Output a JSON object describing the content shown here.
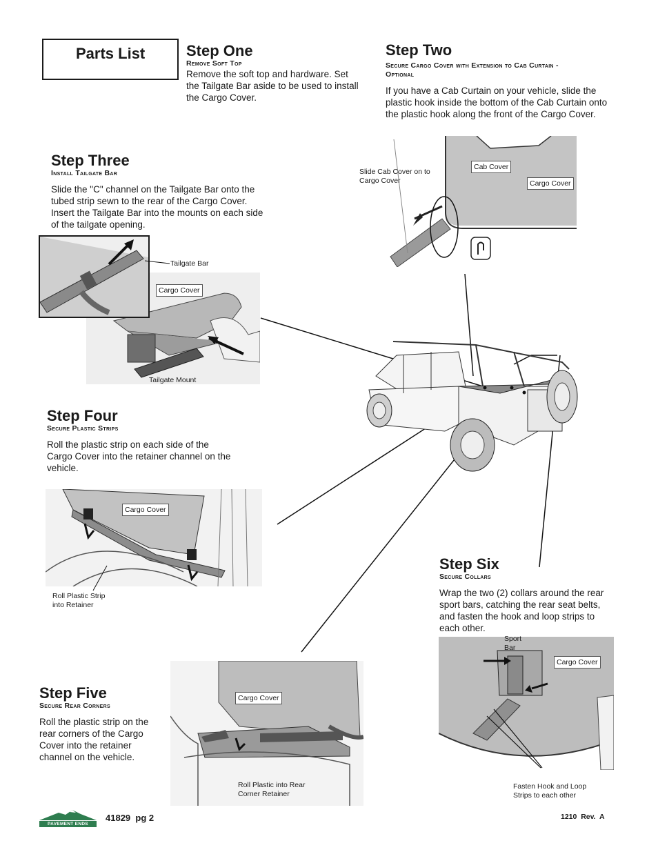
{
  "parts_list": {
    "title": "Parts List"
  },
  "step_one": {
    "title": "Step One",
    "subtitle": "Remove Soft Top",
    "text": "Remove the soft top and hardware. Set the Tailgate Bar aside to be used to install the Cargo Cover."
  },
  "step_two": {
    "title": "Step Two",
    "subtitle_line1": "Secure Cargo Cover with Extension to Cab Curtain -",
    "subtitle_line2": "Optional",
    "text": "If you have a Cab Curtain on your vehicle, slide the plastic hook inside the bottom of the Cab Curtain onto the plastic hook along the front of the Cargo Cover.",
    "labels": {
      "slide_line1": "Slide Cab Cover on to",
      "slide_line2": "Cargo Cover",
      "cab_cover": "Cab Cover",
      "cargo_cover": "Cargo Cover"
    }
  },
  "step_three": {
    "title": "Step Three",
    "subtitle": "Install Tailgate Bar",
    "text": "Slide the \"C\" channel on the Tailgate Bar onto the tubed strip sewn to the rear of the Cargo Cover. Insert the Tailgate Bar into the mounts on each side of the tailgate opening.",
    "labels": {
      "tailgate_bar": "Tailgate Bar",
      "cargo_cover": "Cargo Cover",
      "tailgate_mount": "Tailgate Mount"
    }
  },
  "step_four": {
    "title": "Step Four",
    "subtitle": "Secure Plastic Strips",
    "text": "Roll the plastic strip on each side of the Cargo Cover into the retainer channel on the vehicle.",
    "labels": {
      "cargo_cover": "Cargo Cover",
      "roll_line1": "Roll Plastic Strip",
      "roll_line2": "into Retainer"
    }
  },
  "step_five": {
    "title": "Step Five",
    "subtitle": "Secure Rear Corners",
    "text": "Roll the plastic strip on the rear corners of the Cargo Cover into the retainer channel on the vehicle.",
    "labels": {
      "cargo_cover": "Cargo Cover",
      "roll_line1": "Roll Plastic into Rear",
      "roll_line2": "Corner Retainer"
    }
  },
  "step_six": {
    "title": "Step Six",
    "subtitle": "Secure Collars",
    "text": "Wrap the two (2) collars around the rear sport bars, catching the rear seat belts, and fasten the hook and loop strips to each other.",
    "labels": {
      "sport_line1": "Sport",
      "sport_line2": "Bar",
      "cargo_cover": "Cargo Cover",
      "fasten_line1": "Fasten Hook and Loop",
      "fasten_line2": "Strips to each other"
    }
  },
  "footer": {
    "logo_text": "PAVEMENT ENDS",
    "page_ref": "41829  pg 2",
    "revision": "1210  Rev.  A"
  },
  "colors": {
    "logo_green": "#2e7d4f",
    "photo_gray": "#c9c9c9",
    "ink": "#1a1a1a"
  }
}
